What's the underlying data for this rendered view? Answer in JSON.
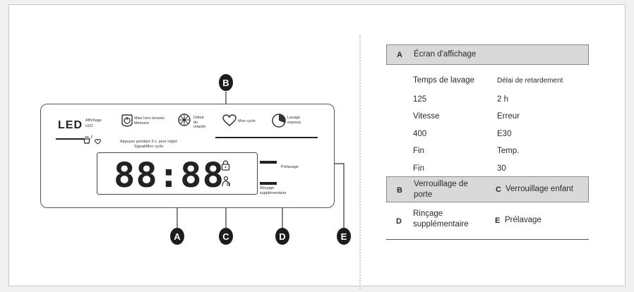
{
  "markers": {
    "a": "A",
    "b": "B",
    "c": "C",
    "d": "D",
    "e": "E"
  },
  "panel": {
    "led_word": "LED",
    "led_label_1": "Affichage",
    "led_label_2": "LED",
    "delay_memory_label": "Mise hors tension\nMémoire",
    "start_delay_label": "Début\ndu\nretardé",
    "my_cycle_label": "Mon cycle",
    "express_label": "Lavage\nexpress",
    "hold_label": "Appuyez pendant 3 s. pour régler\nSignal/Mon cycle",
    "wash_heart_label": "/",
    "digits": "88:88",
    "prewash_label": "Prélavage",
    "rinse_label": "Rinçage\nsupplémentaire"
  },
  "table": {
    "row_a": {
      "key": "A",
      "label": "Écran d'affichage"
    },
    "grid": [
      [
        "Temps de lavage",
        "Délai de retardement"
      ],
      [
        "125",
        "2 h"
      ],
      [
        "Vitesse",
        "Erreur"
      ],
      [
        "400",
        "E30"
      ],
      [
        "Fin",
        "Temp."
      ],
      [
        "Fin",
        "30"
      ]
    ],
    "row_bc": {
      "b_key": "B",
      "b_label": "Verrouillage de\nporte",
      "c_key": "C",
      "c_label": "Verrouillage enfant"
    },
    "row_de": {
      "d_key": "D",
      "d_label": "Rinçage\nsupplémentaire",
      "e_key": "E",
      "e_label": "Prélavage"
    }
  },
  "colors": {
    "marker_fill": "#1c1c1c",
    "header_fill": "#d9d9d9",
    "line": "#333333"
  }
}
